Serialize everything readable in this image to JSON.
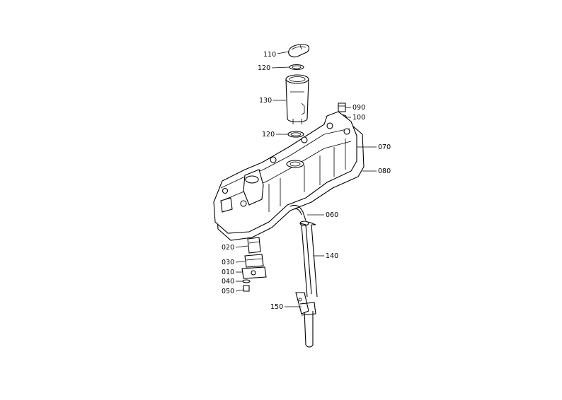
{
  "callouts": [
    {
      "id": "110",
      "label": "110"
    },
    {
      "id": "120a",
      "label": "120"
    },
    {
      "id": "130",
      "label": "130"
    },
    {
      "id": "120b",
      "label": "120"
    },
    {
      "id": "090",
      "label": "090"
    },
    {
      "id": "100",
      "label": "100"
    },
    {
      "id": "070",
      "label": "070"
    },
    {
      "id": "080",
      "label": "080"
    },
    {
      "id": "060",
      "label": "060"
    },
    {
      "id": "140",
      "label": "140"
    },
    {
      "id": "020",
      "label": "020"
    },
    {
      "id": "030",
      "label": "030"
    },
    {
      "id": "010",
      "label": "010"
    },
    {
      "id": "040",
      "label": "040"
    },
    {
      "id": "050",
      "label": "050"
    },
    {
      "id": "150",
      "label": "150"
    }
  ]
}
